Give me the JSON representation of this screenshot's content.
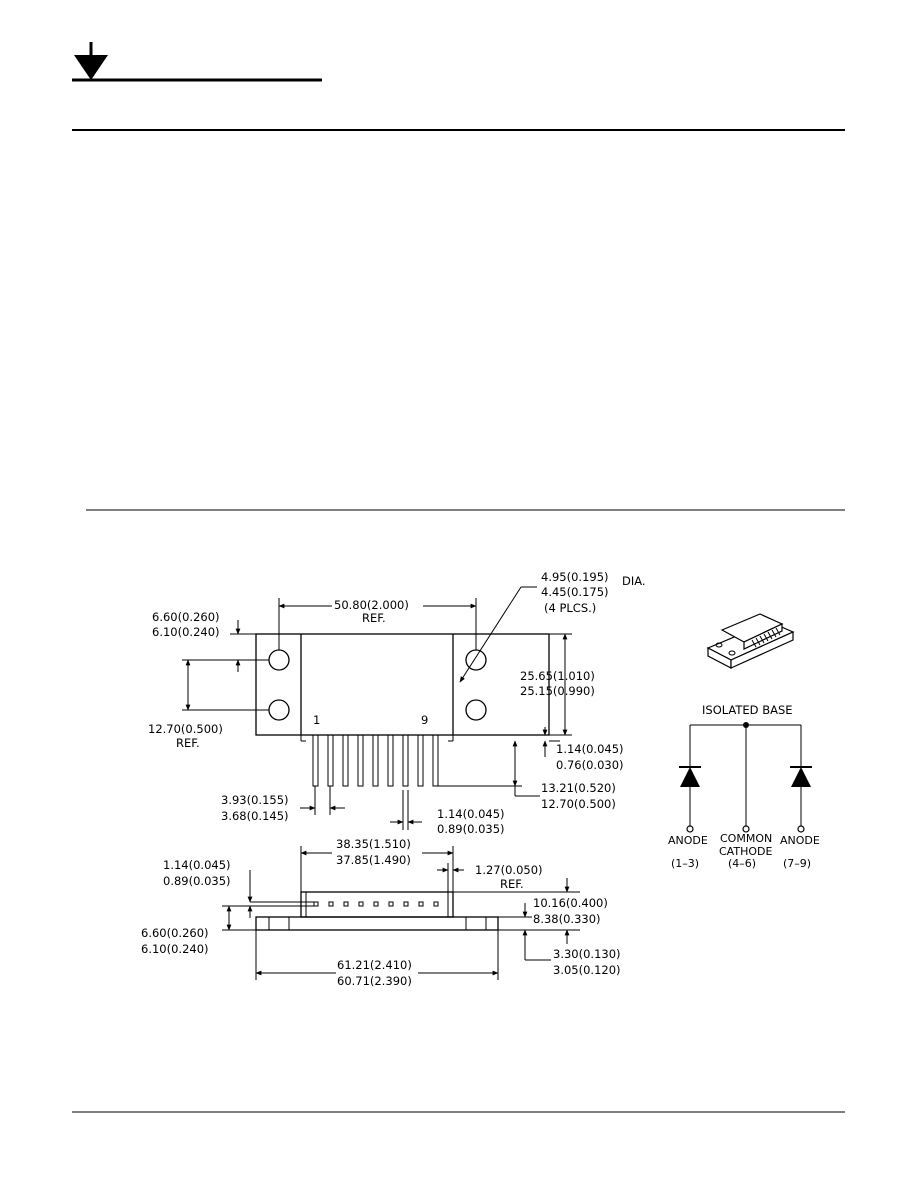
{
  "drawing": {
    "dims": {
      "hole_dia_max": "4.95(0.195)",
      "hole_dia_dia": "DIA.",
      "hole_dia_min": "4.45(0.175)",
      "hole_dia_qty": "(4 PLCS.)",
      "mount_span": "50.80(2.000)",
      "mount_span_ref": "REF.",
      "hole_edge_max": "6.60(0.260)",
      "hole_edge_min": "6.10(0.240)",
      "hole_pitch": "12.70(0.500)",
      "hole_pitch_ref": "REF.",
      "height_max": "25.65(1.010)",
      "height_min": "25.15(0.990)",
      "pin_label_first": "1",
      "pin_label_last": "9",
      "step_max": "1.14(0.045)",
      "step_min": "0.76(0.030)",
      "lead_len_max": "13.21(0.520)",
      "lead_len_min": "12.70(0.500)",
      "lead_pitch_max": "3.93(0.155)",
      "lead_pitch_min": "3.68(0.145)",
      "lead_w_max": "1.14(0.045)",
      "lead_w_min": "0.89(0.035)",
      "body_len_max": "38.35(1.510)",
      "body_len_min": "37.85(1.490)",
      "edge_ref": "1.27(0.050)",
      "edge_ref_label": "REF.",
      "lead_t_max": "1.14(0.045)",
      "lead_t_min": "0.89(0.035)",
      "base_t_max": "6.60(0.260)",
      "base_t_min": "6.10(0.240)",
      "total_h_max": "10.16(0.400)",
      "total_h_min": "8.38(0.330)",
      "flange_t_max": "3.30(0.130)",
      "flange_t_min": "3.05(0.120)",
      "total_len_max": "61.21(2.410)",
      "total_len_min": "60.71(2.390)"
    },
    "schematic": {
      "title": "ISOLATED BASE",
      "left_label": "ANODE",
      "left_pins": "(1–3)",
      "mid_label_1": "COMMON",
      "mid_label_2": "CATHODE",
      "mid_pins": "(4–6)",
      "right_label": "ANODE",
      "right_pins": "(7–9)"
    }
  }
}
